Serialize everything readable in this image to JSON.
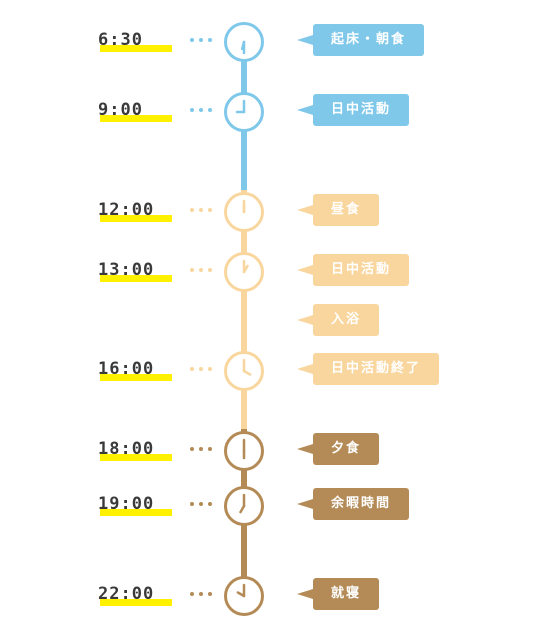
{
  "colors": {
    "blue": "#7fc8ea",
    "peach": "#f9d69e",
    "brown": "#b48b57"
  },
  "schedule": [
    {
      "time": "6:30",
      "label": "起床・朝食",
      "color": "blue",
      "hour": 6,
      "minute": 30
    },
    {
      "time": "9:00",
      "label": "日中活動",
      "color": "blue",
      "hour": 9,
      "minute": 0
    },
    {
      "time": "12:00",
      "label": "昼食",
      "color": "peach",
      "hour": 12,
      "minute": 0
    },
    {
      "time": "13:00",
      "label": "日中活動",
      "color": "peach",
      "hour": 13,
      "minute": 0
    },
    {
      "time": "",
      "label": "入浴",
      "color": "peach"
    },
    {
      "time": "16:00",
      "label": "日中活動終了",
      "color": "peach",
      "hour": 16,
      "minute": 0
    },
    {
      "time": "18:00",
      "label": "夕食",
      "color": "brown",
      "hour": 18,
      "minute": 0
    },
    {
      "time": "19:00",
      "label": "余暇時間",
      "color": "brown",
      "hour": 19,
      "minute": 0
    },
    {
      "time": "22:00",
      "label": "就寝",
      "color": "brown",
      "hour": 22,
      "minute": 0
    }
  ]
}
